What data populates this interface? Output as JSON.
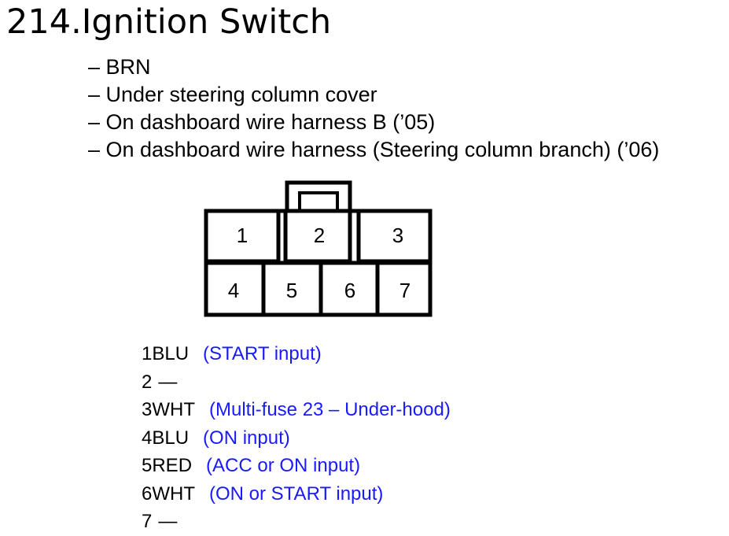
{
  "title": "214.Ignition Switch",
  "notes": [
    "– BRN",
    "– Under steering column cover",
    "– On dashboard wire harness B (’05)",
    "– On dashboard wire harness (Steering column branch) (’06)"
  ],
  "connector": {
    "cavities": [
      "1",
      "2",
      "3",
      "4",
      "5",
      "6",
      "7"
    ]
  },
  "pins": [
    {
      "wire": "1BLU",
      "desc": "(START input)"
    },
    {
      "wire": "2",
      "desc": "—"
    },
    {
      "wire": "3WHT",
      "desc": "(Multi-fuse 23 – Under-hood)"
    },
    {
      "wire": "4BLU",
      "desc": "(ON input)"
    },
    {
      "wire": "5RED",
      "desc": "(ACC or ON input)"
    },
    {
      "wire": "6WHT",
      "desc": "(ON or START input)"
    },
    {
      "wire": "7",
      "desc": "—"
    }
  ],
  "colors": {
    "text": "#000000",
    "pin_description": "#1a1aff",
    "outline": "#000000"
  }
}
